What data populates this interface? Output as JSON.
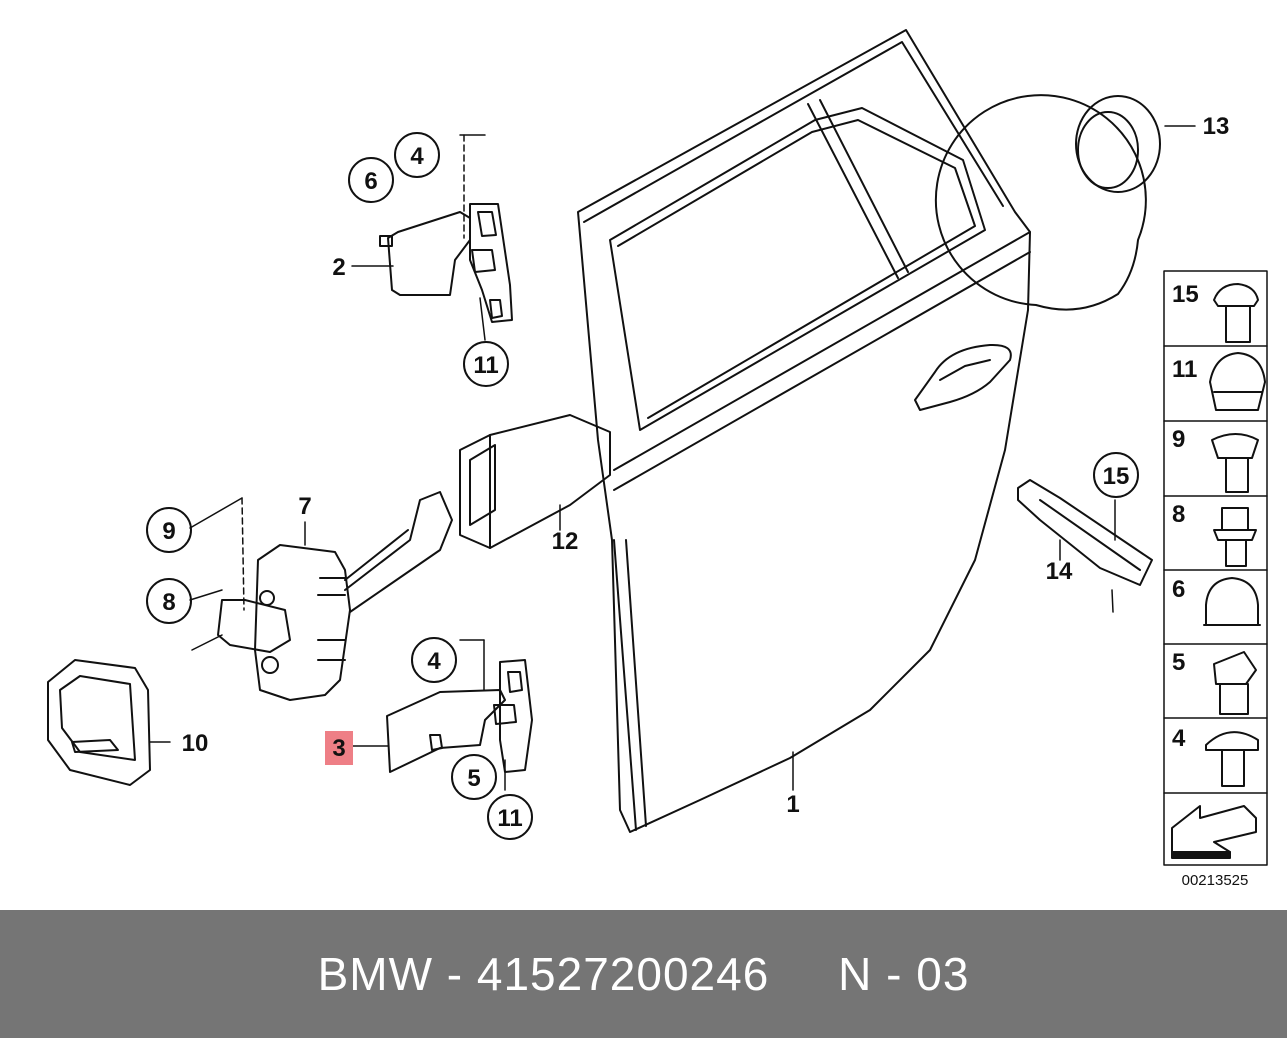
{
  "diagram": {
    "callouts": {
      "c1": "1",
      "c2": "2",
      "c3": "3",
      "c4a": "4",
      "c4b": "4",
      "c5": "5",
      "c6": "6",
      "c7": "7",
      "c8": "8",
      "c9": "9",
      "c10": "10",
      "c11a": "11",
      "c11b": "11",
      "c12": "12",
      "c13": "13",
      "c14": "14",
      "c15": "15"
    },
    "highlight_color": "#ee7f86",
    "parts_column": [
      {
        "num": "15",
        "icon": "torx-screw-icon"
      },
      {
        "num": "11",
        "icon": "cap-nut-icon"
      },
      {
        "num": "9",
        "icon": "fillister-screw-icon"
      },
      {
        "num": "8",
        "icon": "torx-bolt-icon"
      },
      {
        "num": "6",
        "icon": "plug-cap-icon"
      },
      {
        "num": "5",
        "icon": "hex-bolt-icon"
      },
      {
        "num": "4",
        "icon": "flange-bolt-icon"
      }
    ],
    "diagram_code": "00213525"
  },
  "footer": {
    "text": "BMW - 41527200246     N - 03"
  }
}
